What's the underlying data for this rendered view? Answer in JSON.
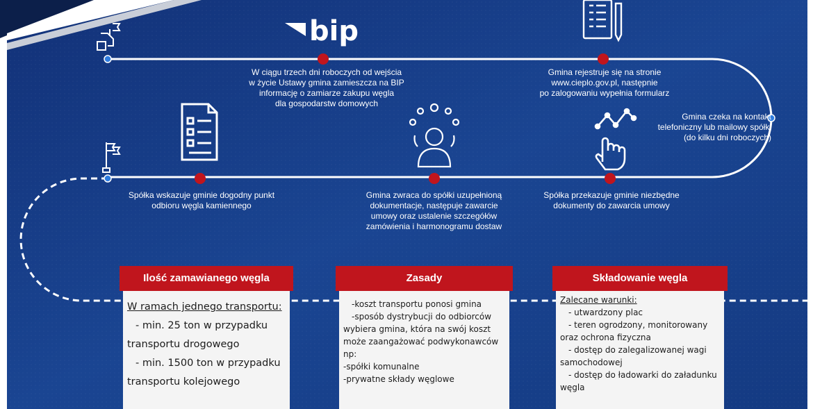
{
  "logo": {
    "text": "bip"
  },
  "steps": {
    "bip_publish": "W ciągu trzech dni roboczych od wejścia\nw życie Ustawy gmina zamieszcza na BIP\ninformację o zamiarze zakupu węgla\ndla gospodarstw domowych",
    "register": "Gmina rejestruje się na stronie\nwww.cieplo.gov.pl, następnie\npo zalogowaniu wypełnia formularz",
    "wait_contact": "Gmina czeka na kontakt\ntelefoniczny lub mailowy spółki\n(do kilku dni roboczych)",
    "pickup_point": "Spółka wskazuje gminie dogodny punkt\nodbioru węgla kamiennego",
    "return_docs": "Gmina zwraca do spółki uzupełnioną\ndokumentacje, następuje zawarcie\numowy oraz ustalenie szczegółów\nzamówienia i harmonogramu dostaw",
    "send_docs": "Spółka przekazuje gminie niezbędne\ndokumenty do zawarcia umowy"
  },
  "panels": {
    "quantity": {
      "title": "Ilość zamawianego węgla",
      "heading": "W ramach jednego transportu:",
      "lines": [
        "- min. 25 ton w przypadku",
        "transportu drogowego",
        "- min. 1500 ton w przypadku",
        "transportu kolejowego"
      ]
    },
    "rules": {
      "title": "Zasady",
      "lines": [
        "-koszt transportu ponosi gmina",
        "-sposób dystrybucji do odbiorców",
        "wybiera gmina, która na swój koszt",
        "może zaangażować podwykonawców",
        "np:",
        "-spółki komunalne",
        "-prywatne składy węglowe"
      ]
    },
    "storage": {
      "title": "Składowanie węgla",
      "heading": "Zalecane warunki:",
      "lines": [
        "- utwardzony plac",
        "- teren ogrodzony, monitorowany",
        "oraz ochrona fizyczna",
        "- dostęp do zalegalizowanej wagi",
        "samochodowej",
        "- dostęp do ładowarki do załadunku",
        "węgla"
      ]
    },
    "colors": {
      "background": "#163a82",
      "accent": "#c0151d",
      "path": "#ffffff",
      "marker": "#2f7de0"
    }
  }
}
